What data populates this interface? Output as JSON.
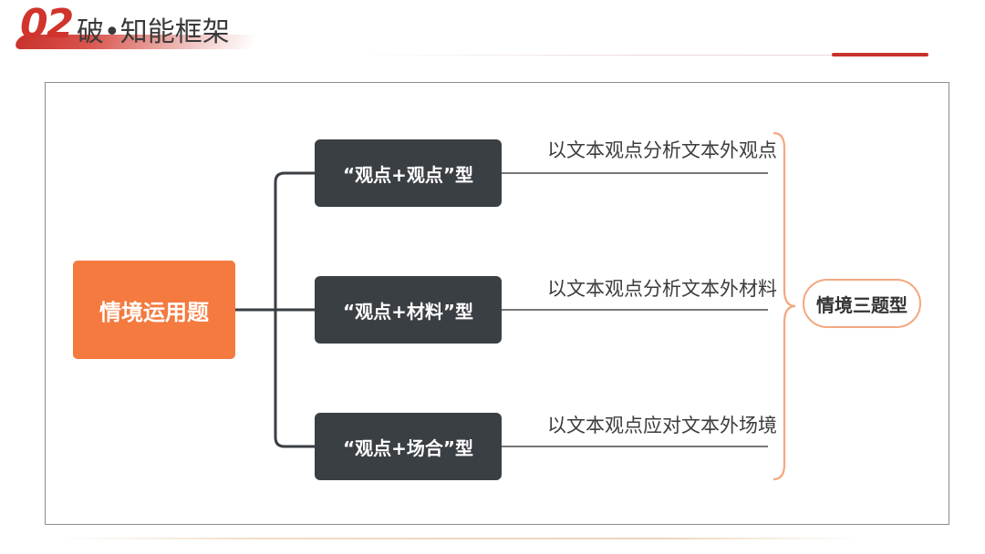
{
  "header": {
    "section_number": "02",
    "title": "破•知能框架"
  },
  "diagram": {
    "root": "情境运用题",
    "branches": [
      {
        "label": "“观点+观点”型",
        "description": "以文本观点分析文本外观点"
      },
      {
        "label": "“观点+材料”型",
        "description": "以文本观点分析文本外材料"
      },
      {
        "label": "“观点+场合”型",
        "description": "以文本观点应对文本外场境"
      }
    ],
    "summary": "情境三题型"
  },
  "colors": {
    "accent_red": "#c7322b",
    "root_orange": "#f47a3f",
    "node_dark": "#3a3f44",
    "brace_orange": "#f4a780"
  }
}
